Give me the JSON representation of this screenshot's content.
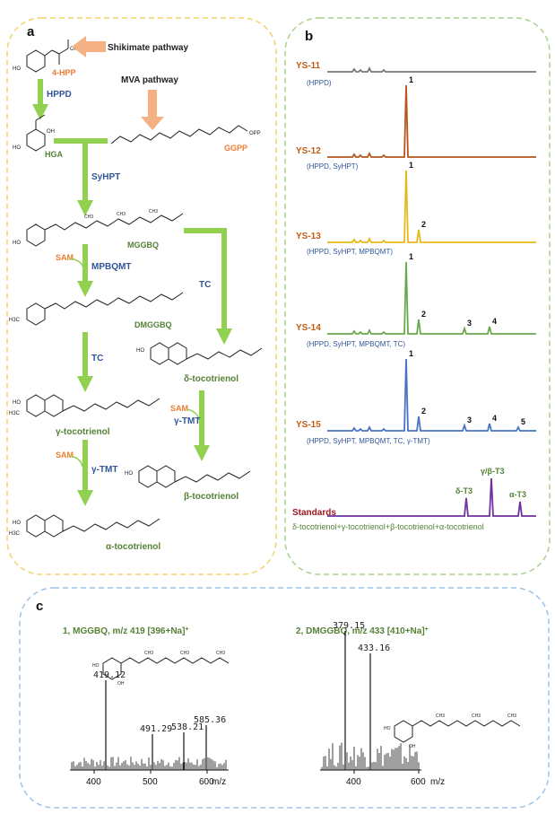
{
  "panel_a": {
    "letter": "a",
    "shikimate": "Shikimate pathway",
    "mva": "MVA pathway",
    "hpp": "4-HPP",
    "hppd": "HPPD",
    "hga": "HGA",
    "ggpp": "GGPP",
    "syhpt": "SyHPT",
    "mggbq": "MGGBQ",
    "sam1": "SAM",
    "mpbqmt": "MPBQMT",
    "dmggbq": "DMGGBQ",
    "tc_left": "TC",
    "tc_right": "TC",
    "delta_toc": "δ-tocotrienol",
    "sam2": "SAM",
    "gtmt_right": "γ-TMT",
    "gamma_toc": "γ-tocotrienol",
    "sam3": "SAM",
    "gtmt_left": "γ-TMT",
    "beta_toc": "β-tocotrienol",
    "alpha_toc": "α-tocotrienol",
    "ch3": "CH3",
    "oh": "OH",
    "opp": "OPP",
    "ho": "HO",
    "h3c": "H3C",
    "o": "O"
  },
  "panel_b": {
    "letter": "b",
    "traces": [
      {
        "name": "YS-11",
        "genes": "(HPPD)",
        "color": "#777777",
        "peaks": []
      },
      {
        "name": "YS-12",
        "genes": "(HPPD, SyHPT)",
        "color": "#b5561c",
        "peaks": [
          "1"
        ]
      },
      {
        "name": "YS-13",
        "genes": "(HPPD, SyHPT, MPBQMT)",
        "color": "#e8b81a",
        "peaks": [
          "1",
          "2"
        ]
      },
      {
        "name": "YS-14",
        "genes": "(HPPD, SyHPT, MPBQMT, TC)",
        "color": "#6aa84f",
        "peaks": [
          "1",
          "2",
          "3",
          "4"
        ]
      },
      {
        "name": "YS-15",
        "genes": "(HPPD, SyHPT, MPBQMT, TC, γ-TMT)",
        "color": "#4a73c4",
        "peaks": [
          "1",
          "2",
          "3",
          "4",
          "5"
        ]
      }
    ],
    "standards": {
      "name": "Standards",
      "color": "#7030a0",
      "labels": [
        "δ-T3",
        "γ/β-T3",
        "α-T3"
      ],
      "caption": "δ-tocotrienol+γ-tocotrienol+β-tocotrienol+α-tocotrienol"
    }
  },
  "panel_c": {
    "letter": "c",
    "spectra": [
      {
        "title": "1, MGGBQ, m/z 419 [396+Na]",
        "superscript": "+",
        "peaks": [
          "419.12",
          "491.29",
          "538.21",
          "585.36"
        ],
        "xticks": [
          "400",
          "500",
          "600"
        ],
        "xlabel": "m/z"
      },
      {
        "title": "2, DMGGBQ, m/z 433 [410+Na]",
        "superscript": "+",
        "peaks": [
          "379.15",
          "433.16"
        ],
        "xticks": [
          "400",
          "600"
        ],
        "xlabel": "m/z"
      }
    ]
  },
  "colors": {
    "arrow_green": "#92d050",
    "arrow_orange": "#f4b183",
    "enzyme_blue": "#2f5597",
    "compound_green": "#548235",
    "compound_orange": "#ed7d31",
    "box_yellow": "#f2d46b",
    "box_green": "#a9d08e",
    "box_blue": "#9dc3e6",
    "standards_red": "#a0181e"
  }
}
